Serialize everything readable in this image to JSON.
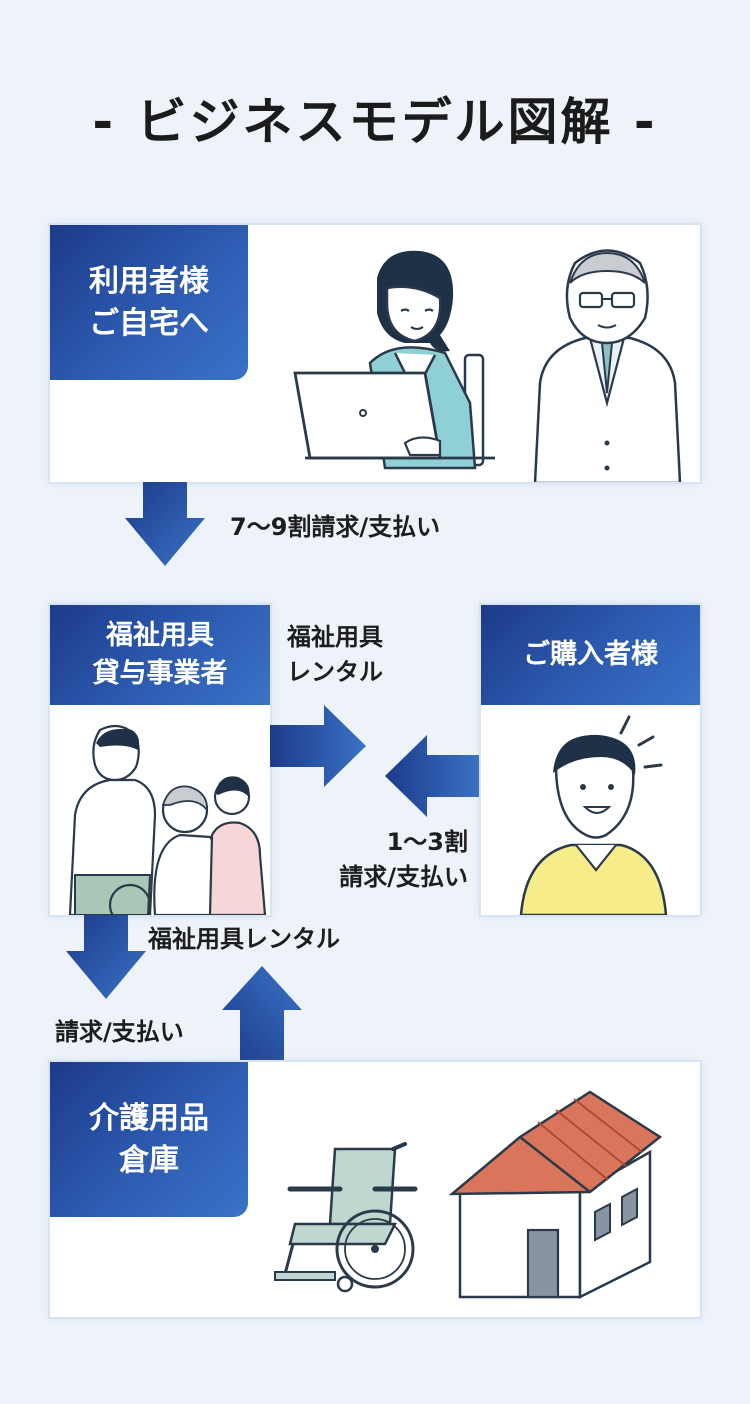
{
  "title": "- ビジネスモデル図解 -",
  "boxes": {
    "user_home": {
      "line1": "利用者様",
      "line2": "ご自宅へ"
    },
    "rental_provider": {
      "line1": "福祉用具",
      "line2": "貸与事業者"
    },
    "purchaser": {
      "line1": "ご購入者様"
    },
    "warehouse": {
      "line1": "介護用品",
      "line2": "倉庫"
    }
  },
  "flows": {
    "user_to_provider": "7〜9割請求/支払い",
    "provider_rental_line1": "福祉用具",
    "provider_rental_line2": "レンタル",
    "purchaser_pay_line1": "1〜3割",
    "purchaser_pay_line2": "請求/支払い",
    "warehouse_rental": "福祉用具レンタル",
    "provider_to_warehouse": "請求/支払い"
  },
  "colors": {
    "accent_dark": "#1d3a8a",
    "accent_light": "#3a73c6",
    "background": "#eef3fa"
  }
}
